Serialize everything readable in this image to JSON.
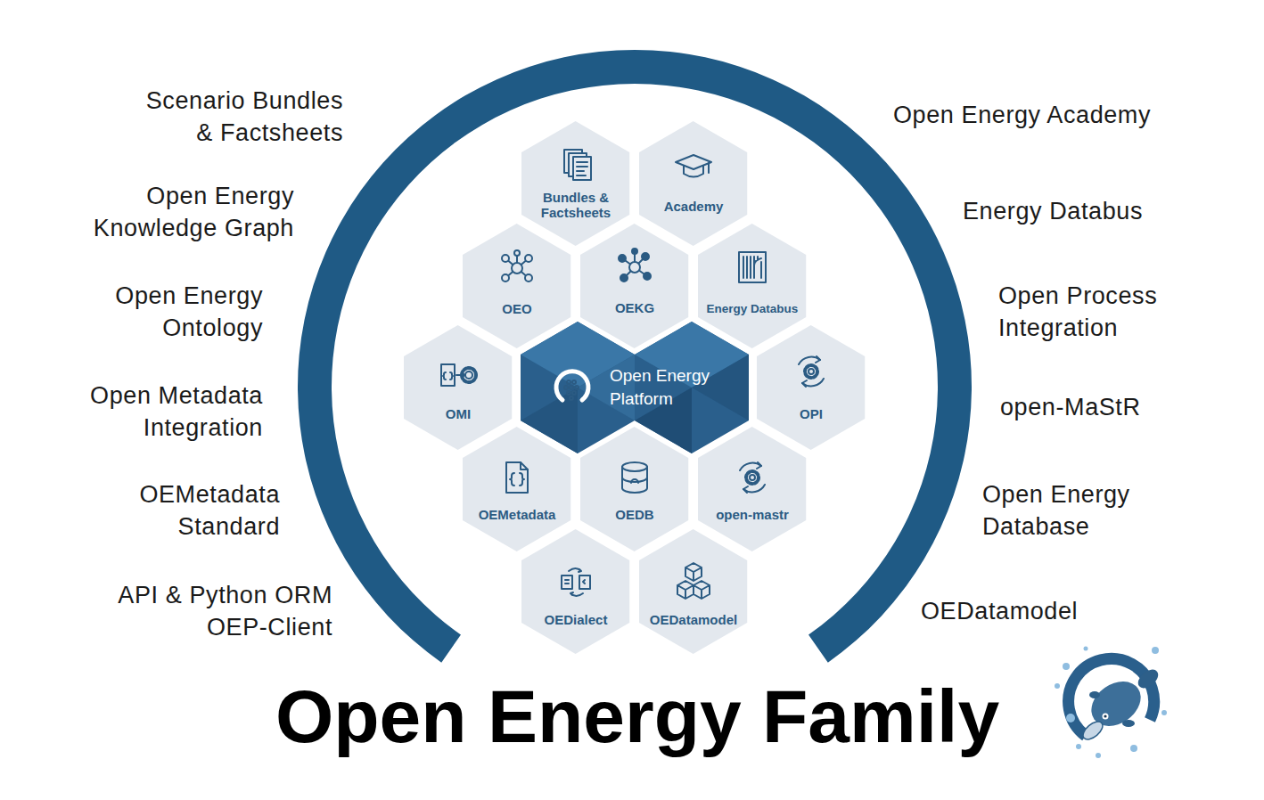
{
  "diagram": {
    "title": "Open Energy Family",
    "nodes": [
      {
        "text": [
          "Bundles & Factsheets"
        ]
      },
      {
        "text": [
          "Academy"
        ]
      },
      {
        "text": [
          "OEO"
        ]
      },
      {
        "text": [
          "OEKG"
        ]
      },
      {
        "text": [
          "Energy Databus"
        ]
      },
      {
        "text": [
          "OMI"
        ]
      },
      {
        "text": [
          "Open Energy Platform"
        ]
      },
      {
        "text": [
          "OPI"
        ]
      },
      {
        "text": [
          "OEMetadata"
        ]
      },
      {
        "text": [
          "OEDB"
        ]
      },
      {
        "text": [
          "open-mastr"
        ]
      },
      {
        "text": [
          "OEDialect"
        ]
      },
      {
        "text": [
          "OEDatamodel"
        ]
      }
    ],
    "labels": [
      "Scenario Bundles & Factsheets",
      "Open Energy Knowledge Graph",
      "Open Energy Ontology",
      "Open Metadata Integration",
      "OEMetadata Standard",
      "API & Python ORM OEP-Client",
      "Open Energy Academy",
      "Energy Databus",
      "Open Process Integration",
      "open-MaStR",
      "Open Energy Database",
      "OEDatamodel"
    ]
  }
}
